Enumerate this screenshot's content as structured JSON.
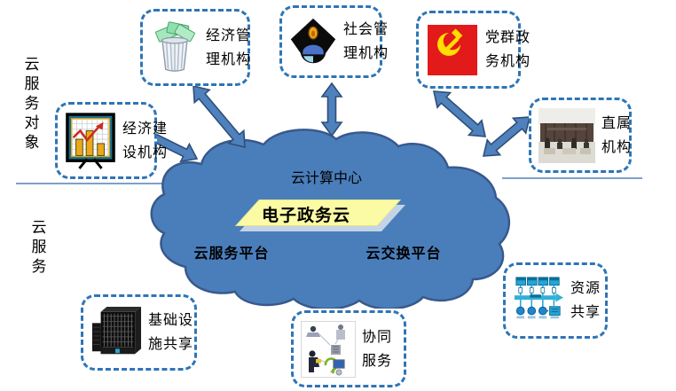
{
  "palette": {
    "box_border": "#2E75B6",
    "cloud_fill": "#4A7EBB",
    "cloud_stroke": "#38598C",
    "arrow_fill": "#4F81BD",
    "arrow_stroke": "#2E4E79",
    "platform_fill": "#FBFBA6",
    "platform_shadow": "#C4D3E6",
    "divider": "#7EA0CC",
    "flag_red": "#E31A1A",
    "emblem_yellow": "#FFDE00",
    "text": "#000000"
  },
  "sidebar": {
    "top_label": "云服务对象",
    "bottom_label": "云服务"
  },
  "cloud": {
    "title": "云计算中心",
    "platform_label": "电子政务云",
    "service_platform_label": "云服务平台",
    "exchange_platform_label": "云交换平台"
  },
  "boxes": [
    {
      "id": "economic-management",
      "label_line1": "经济管",
      "label_line2": "理机构",
      "icon": "trash-money-icon"
    },
    {
      "id": "social-management",
      "label_line1": "社会管",
      "label_line2": "理机构",
      "icon": "police-hat-icon"
    },
    {
      "id": "party-affairs",
      "label_line1": "党群政",
      "label_line2": "务机构",
      "icon": "party-flag-icon"
    },
    {
      "id": "economic-construction",
      "label_line1": "经济建",
      "label_line2": "设机构",
      "icon": "bar-chart-icon"
    },
    {
      "id": "directly-affiliated",
      "label_line1": "直属",
      "label_line2": "机构",
      "icon": "office-photo"
    },
    {
      "id": "infrastructure-sharing",
      "label_line1": "基础设",
      "label_line2": "施共享",
      "icon": "server-icon"
    },
    {
      "id": "collaborative-service",
      "label_line1": "协同",
      "label_line2": "服务",
      "icon": "collaboration-icon"
    },
    {
      "id": "resource-sharing",
      "label_line1": "资源",
      "label_line2": "共享",
      "icon": "network-icon"
    }
  ]
}
